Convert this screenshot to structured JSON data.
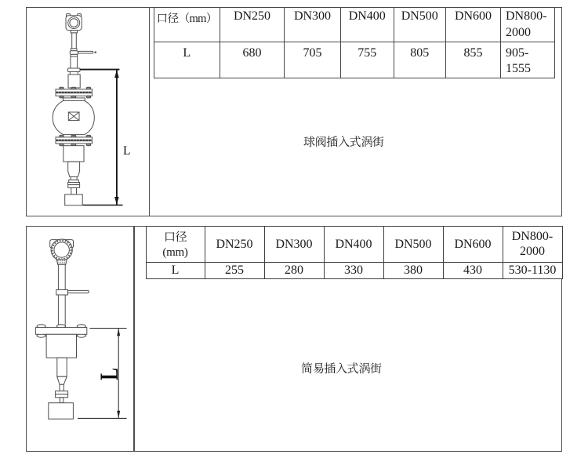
{
  "colors": {
    "background": "#ffffff",
    "border": "#4e4e4e",
    "table_border": "#474747",
    "text": "#1a1a1a",
    "drawing_stroke": "#4f4f4f",
    "dimension_line": "#161616"
  },
  "sections": [
    {
      "id": "ball-valve-insertion",
      "caption": "球阀插入式涡街",
      "dimension_label": "L",
      "table": {
        "columns": [
          "口径（mm）",
          "DN250",
          "DN300",
          "DN400",
          "DN500",
          "DN600",
          "DN800-\n2000"
        ],
        "row": [
          "L",
          "680",
          "705",
          "755",
          "805",
          "855",
          "905-\n1555"
        ]
      }
    },
    {
      "id": "simple-insertion",
      "caption": "简易插入式涡街",
      "dimension_label": "L",
      "table": {
        "columns": [
          "口径\n(mm)",
          "DN250",
          "DN300",
          "DN400",
          "DN500",
          "DN600",
          "DN800-\n2000"
        ],
        "row": [
          "L",
          "255",
          "280",
          "330",
          "380",
          "430",
          "530-1130"
        ]
      }
    }
  ]
}
